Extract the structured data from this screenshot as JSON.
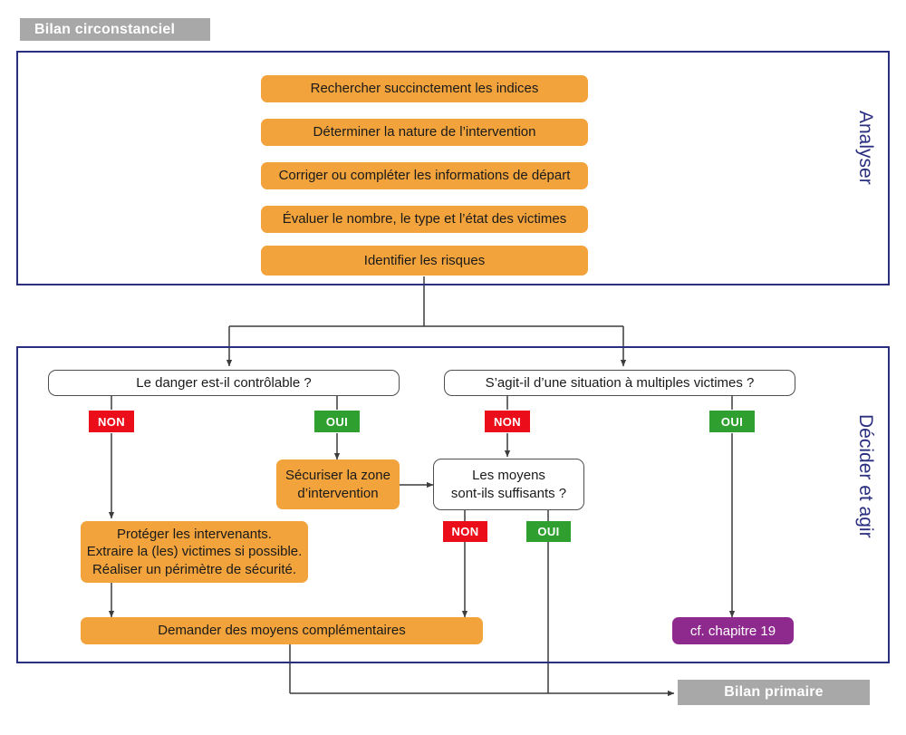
{
  "header": {
    "badge_label": "Bilan circonstanciel",
    "badge_color": "#a8a8a8"
  },
  "colors": {
    "frame_blue": "#2b2f7f",
    "orange": "#f2a33c",
    "red": "#ec0d1a",
    "green": "#2fa02f",
    "purple": "#8e2a8e",
    "grey": "#a8a8a8",
    "line": "#3c3c3c"
  },
  "sections": [
    {
      "id": "analyser",
      "label": "Analyser"
    },
    {
      "id": "decider",
      "label": "Décider et agir"
    }
  ],
  "analyser": {
    "steps": [
      {
        "label": "Rechercher succinctement les indices"
      },
      {
        "label": "Déterminer la nature de l’intervention"
      },
      {
        "label": "Corriger ou compléter les informations de départ"
      },
      {
        "label": "Évaluer le nombre, le type et l’état des victimes"
      },
      {
        "label": "Identifier les risques"
      }
    ]
  },
  "decider": {
    "questions": [
      {
        "id": "danger",
        "label": "Le danger est-il contrôlable ?"
      },
      {
        "id": "multiples-victimes",
        "label": "S’agit-il d’une situation à multiples victimes ?"
      },
      {
        "id": "moyens",
        "line1": "Les moyens",
        "line2": "sont-ils suffisants ?"
      }
    ],
    "branch_labels": {
      "danger_non": "NON",
      "danger_oui": "OUI",
      "victimes_non": "NON",
      "victimes_oui": "OUI",
      "moyens_non": "NON",
      "moyens_oui": "OUI"
    },
    "actions": {
      "securiser": {
        "line1": "Sécuriser la zone",
        "line2": "d’intervention"
      },
      "proteger": {
        "line1": "Protéger les intervenants.",
        "line2": "Extraire la (les) victimes si possible.",
        "line3": "Réaliser un périmètre de sécurité."
      },
      "demander": {
        "label": "Demander des moyens complémentaires"
      },
      "chapitre": {
        "label": "cf. chapitre 19"
      }
    }
  },
  "footer": {
    "bilan_primaire_label": "Bilan primaire"
  }
}
